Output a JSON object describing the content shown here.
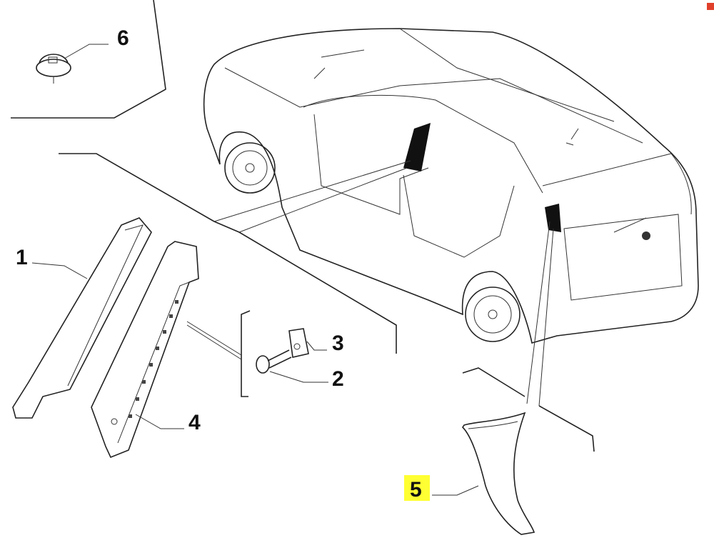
{
  "diagram": {
    "callouts": [
      {
        "id": "1",
        "label": "1"
      },
      {
        "id": "2",
        "label": "2"
      },
      {
        "id": "3",
        "label": "3"
      },
      {
        "id": "4",
        "label": "4"
      },
      {
        "id": "5",
        "label": "5",
        "highlighted": true
      },
      {
        "id": "6",
        "label": "6"
      }
    ],
    "highlight_color": "#ffff33",
    "corner_icon_color": "#e0402a"
  }
}
